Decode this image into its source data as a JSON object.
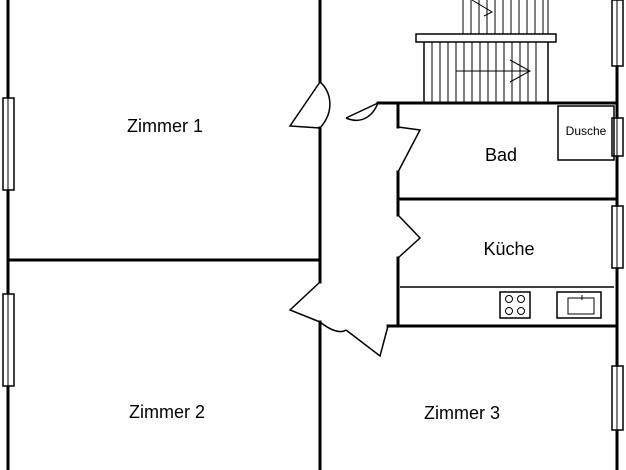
{
  "rooms": {
    "zimmer1": "Zimmer 1",
    "zimmer2": "Zimmer 2",
    "zimmer3": "Zimmer 3",
    "bad": "Bad",
    "kueche": "Küche",
    "dusche": "Dusche"
  },
  "icons": [
    "stove-icon",
    "sink-icon",
    "stair-arrow-icon"
  ]
}
